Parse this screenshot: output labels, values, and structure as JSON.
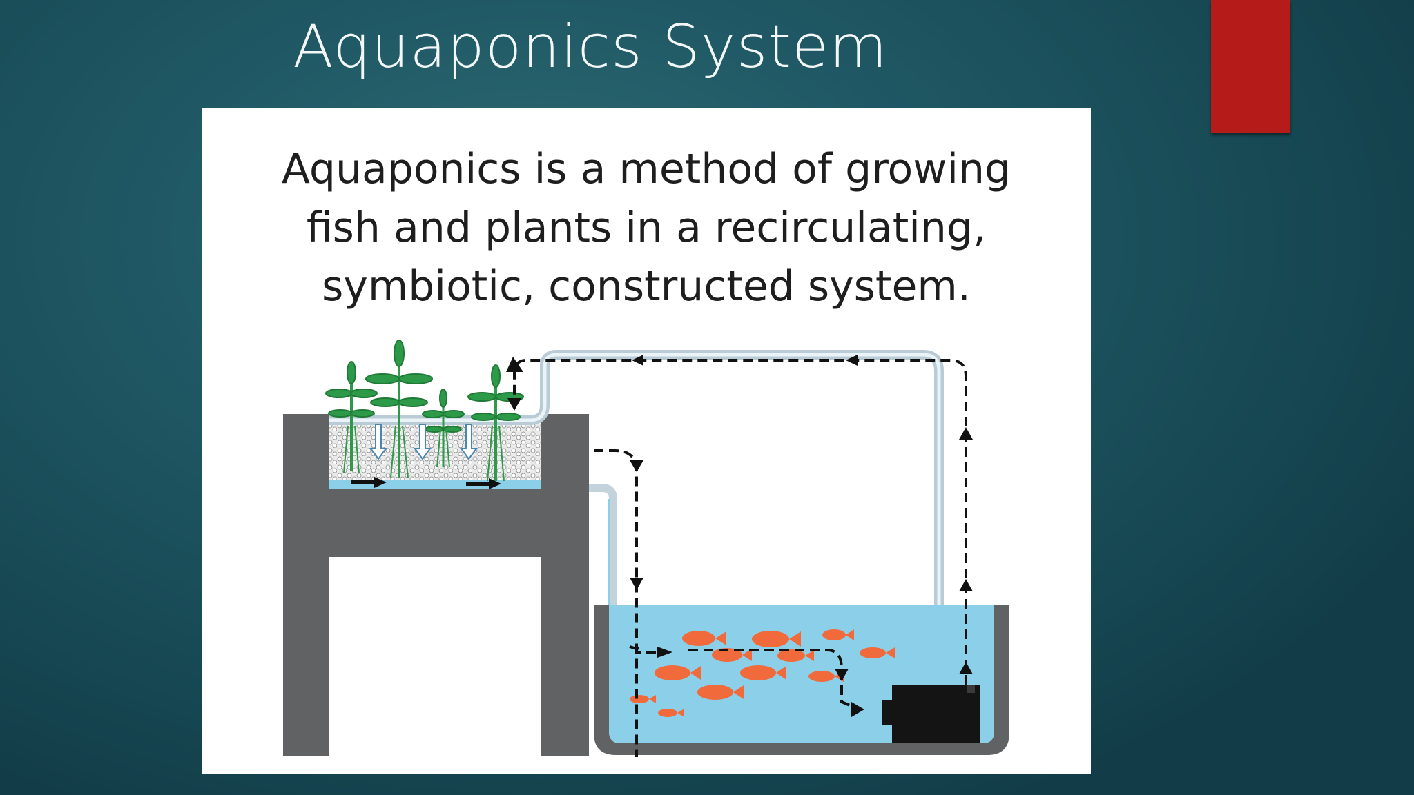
{
  "slide": {
    "title": "Aquaponics System",
    "accent_color": "#b51b18",
    "background_color": "#1f5864"
  },
  "figure": {
    "caption_lines": [
      "Aquaponics is a method of growing",
      "fish and plants in a recirculating,",
      "symbiotic, constructed system."
    ],
    "colors": {
      "water": "#8ccfe9",
      "stand": "#616263",
      "pipe": "#c3d3dc",
      "plants": "#2c9a48",
      "fish": "#f16a3b",
      "pump": "#141414",
      "flow_arrows": "#111111"
    }
  }
}
